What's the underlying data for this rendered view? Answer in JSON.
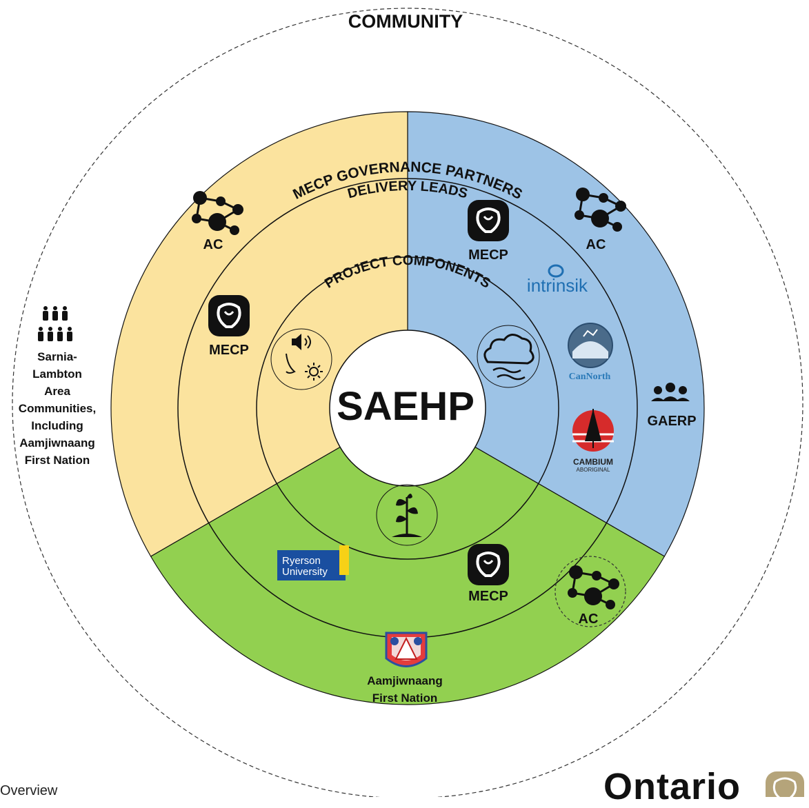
{
  "diagram": {
    "community_label": "COMMUNITY",
    "center_label": "SAEHP",
    "rings": {
      "governance": "MECP GOVERNANCE PARTNERS",
      "delivery": "DELIVERY LEADS",
      "components": "PROJECT COMPONENTS"
    },
    "community_text": [
      "Sarnia-",
      "Lambton",
      "Area",
      "Communities,",
      "Including",
      "Aamjiwnaang",
      "First Nation"
    ],
    "yellow_sector": {
      "ac": "AC",
      "mecp": "MECP"
    },
    "blue_sector": {
      "ac": "AC",
      "mecp": "MECP",
      "gaerp": "GAERP",
      "intrinsik": "intrinsik",
      "cannorth": "CanNorth",
      "cambium_line1": "CAMBIUM",
      "cambium_line2": "ABORIGINAL"
    },
    "green_sector": {
      "ryerson_line1": "Ryerson",
      "ryerson_line2": "University",
      "mecp": "MECP",
      "ac": "AC",
      "aamjiwnaang_line1": "Aamjiwnaang",
      "aamjiwnaang_line2": "First Nation"
    },
    "colors": {
      "yellow": "#FBE39E",
      "blue": "#9DC3E6",
      "green": "#92D050"
    }
  },
  "footer": {
    "left_text": "Overview",
    "right_text": "Ontario"
  }
}
